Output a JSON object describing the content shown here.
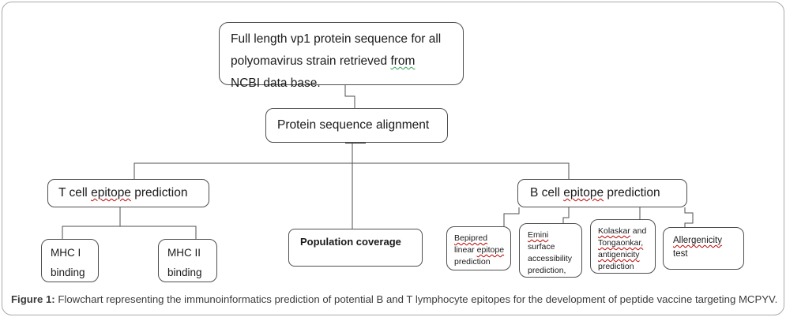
{
  "colors": {
    "box_border": "#4f4f4f",
    "frame_border": "#a9a9a9",
    "connector": "#4f4f4f",
    "text": "#1a1a1a",
    "caption_text": "#3c3c3c",
    "spellcheck_red": "#c00000",
    "grammar_green": "#2e9e4f"
  },
  "nodes": {
    "source": {
      "line1": "Full length vp1 protein sequence for all",
      "line2_plain": "polyomavirus strain retrieved",
      "line2_grammar": "from",
      "line3": "NCBI data base."
    },
    "alignment": {
      "label": "Protein sequence alignment"
    },
    "tcell": {
      "pre": "T cell",
      "misspelled": "epitope",
      "post": "prediction"
    },
    "bcell": {
      "pre": "B cell",
      "misspelled": "epitope",
      "post": "prediction"
    },
    "population": {
      "label": "Population coverage"
    },
    "mhc1": {
      "line1": "MHC I",
      "line2": "binding"
    },
    "mhc2": {
      "line1": "MHC II",
      "line2": "binding"
    },
    "bepipred": {
      "line1_misspelled": "Bepipred",
      "line2_plain": "linear",
      "line2_misspelled": "epitope",
      "line3": "prediction"
    },
    "emini": {
      "line1_misspelled": "Emini",
      "line2": "surface",
      "line3": "accessibility",
      "line4": "prediction,"
    },
    "kolaskar": {
      "line1_misspelled": "Kolaskar",
      "line1_plain": "and",
      "line2_misspelled": "Tongaonkar,",
      "line3_misspelled": "antigenicity",
      "line4": "prediction"
    },
    "allergenicity": {
      "line1_misspelled": "Allergenicity",
      "line2": "test"
    }
  },
  "caption": {
    "label": "Figure 1:",
    "text": "Flowchart representing the immunoinformatics prediction of potential B and T lymphocyte epitopes for the development of peptide vaccine targeting MCPYV."
  }
}
